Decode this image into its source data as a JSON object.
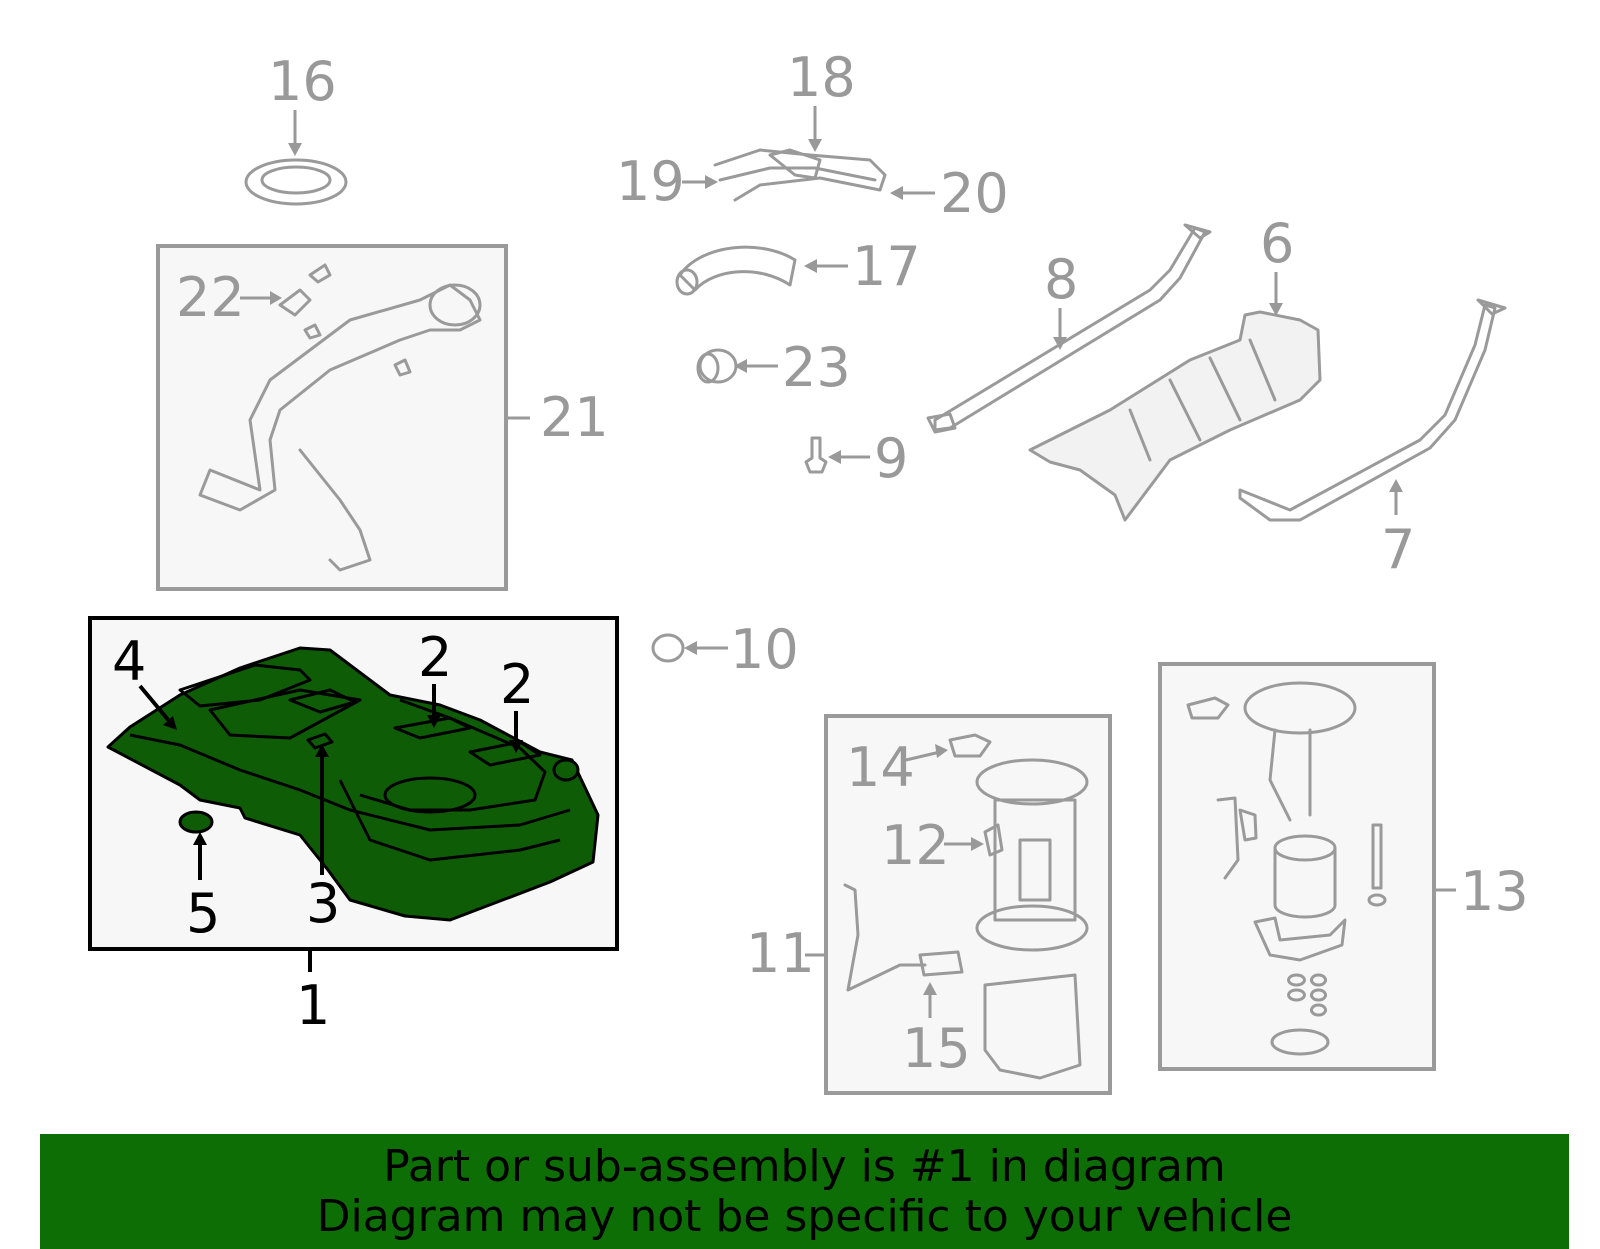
{
  "callouts": {
    "c1": "1",
    "c2a": "2",
    "c2b": "2",
    "c3": "3",
    "c4": "4",
    "c5": "5",
    "c6": "6",
    "c7": "7",
    "c8": "8",
    "c9": "9",
    "c10": "10",
    "c11": "11",
    "c12": "12",
    "c13": "13",
    "c14": "14",
    "c15": "15",
    "c16": "16",
    "c17": "17",
    "c18": "18",
    "c19": "19",
    "c20": "20",
    "c21": "21",
    "c22": "22",
    "c23": "23"
  },
  "footer": {
    "line1": "Part or sub-assembly is #1 in diagram",
    "line2": "Diagram may not be specific to your vehicle"
  },
  "colors": {
    "highlight": "#0e5c06",
    "banner": "#0e6e06",
    "part_gray": "#9a9a9a"
  }
}
